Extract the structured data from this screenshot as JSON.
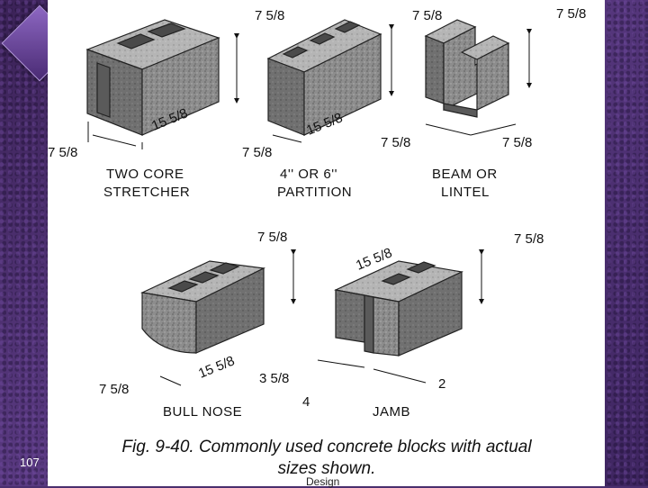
{
  "slide": {
    "page_number": "107",
    "footer": "Design",
    "caption_line1": "Fig. 9-40. Commonly used concrete blocks with actual",
    "caption_line2": "sizes shown."
  },
  "blocks": [
    {
      "line1": "TWO CORE",
      "line2": "STRETCHER",
      "dims": [
        "7 5/8",
        "15 5/8",
        "7 5/8"
      ]
    },
    {
      "line1": "4'' OR 6''",
      "line2": "PARTITION",
      "dims": [
        "7 5/8",
        "15 5/8",
        "7 5/8"
      ]
    },
    {
      "line1": "BEAM OR",
      "line2": "LINTEL",
      "dims": [
        "7 5/8",
        "7 5/8",
        "7 5/8"
      ]
    },
    {
      "line1": "BULL NOSE",
      "dims": [
        "7 5/8",
        "15 5/8",
        "7 5/8"
      ]
    },
    {
      "line1": "JAMB",
      "dims": [
        "7 5/8",
        "15 5/8",
        "3 5/8",
        "4",
        "2"
      ]
    }
  ],
  "colors": {
    "background": "#4a2f6e",
    "panel": "#ffffff",
    "block_face": "#8a8a8a",
    "block_top": "#b3b3b3",
    "block_side": "#6e6e6e"
  }
}
